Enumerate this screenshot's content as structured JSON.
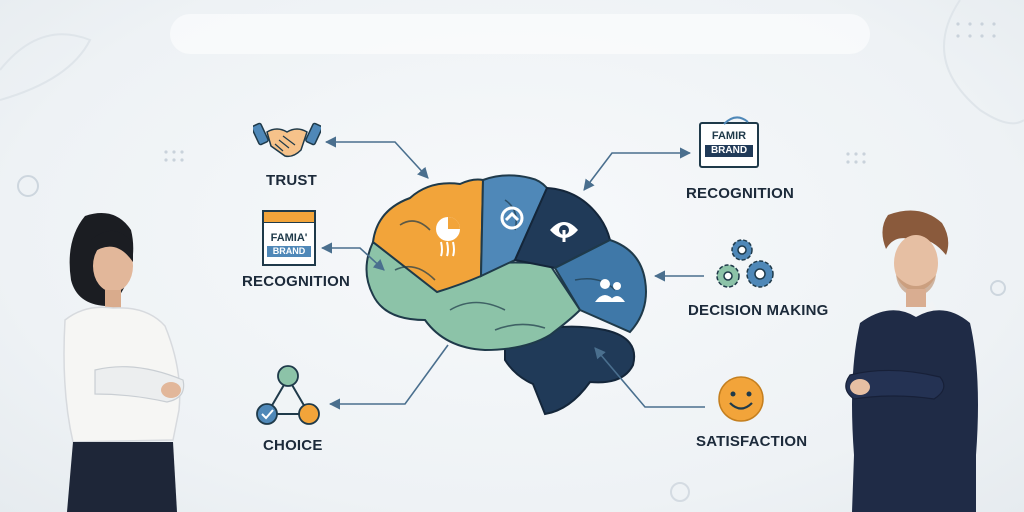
{
  "nodes": {
    "trust": "TRUST",
    "recognition_left": "RECOGNITION",
    "choice": "CHOICE",
    "recognition_right": "RECOGNITION",
    "decision_making": "DECISION MAKING",
    "satisfaction": "SATISFACTION"
  },
  "badges": {
    "left_line1": "FAMIA'",
    "left_line2": "BRAND",
    "right_line1": "FAMIR",
    "right_line2": "BRAND"
  },
  "colors": {
    "orange": "#f2a43a",
    "blue": "#4f88b8",
    "navy": "#203a58",
    "green": "#8cc3a8",
    "ink": "#1c2a3a",
    "arrow": "#4a6f8e"
  },
  "icons": {
    "trust": "handshake-icon",
    "choice": "network-nodes-icon",
    "decision_making": "gears-icon",
    "satisfaction": "smiley-icon"
  }
}
